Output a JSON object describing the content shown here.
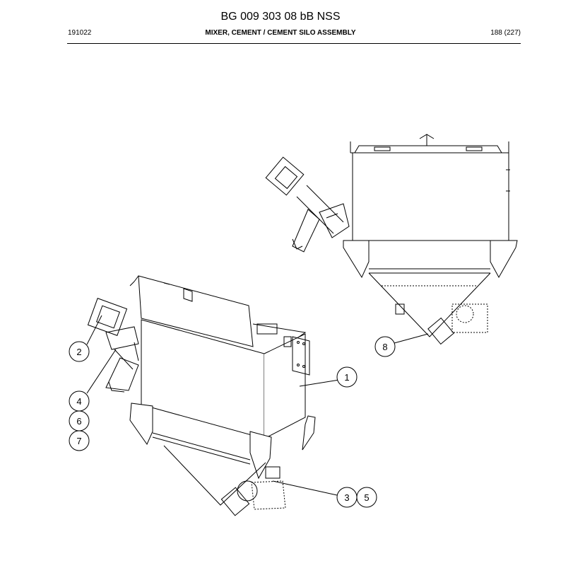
{
  "header": {
    "doc_number": "BG 009 303 08 bB NSS",
    "date_code": "191022",
    "section_title": "MIXER, CEMENT / CEMENT SILO ASSEMBLY",
    "page_info": "188 (227)"
  },
  "callouts": {
    "c1": "1",
    "c2": "2",
    "c3": "3",
    "c4": "4",
    "c5": "5",
    "c6": "6",
    "c7": "7",
    "c8": "8"
  }
}
